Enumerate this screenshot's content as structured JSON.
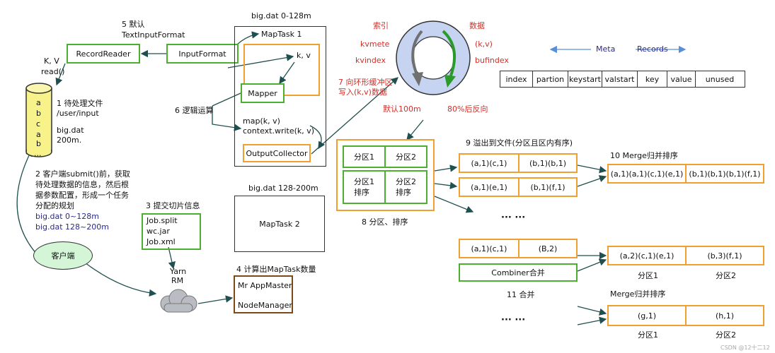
{
  "file_text": {
    "task1_range": "big.dat 0-128m",
    "task2_range": "big.dat 128-200m",
    "default_line1": "5 默认",
    "default_line2": "TextInputFormat",
    "kv_line1": "K, V",
    "kv_line2": "read()"
  },
  "boxes": {
    "record_reader": "RecordReader",
    "input_format": "InputFormat",
    "maptask1": "MapTask 1",
    "kv_in": "k, v",
    "mapper": "Mapper",
    "map_call_1": "map(k, v)",
    "map_call_2": "context.write(k, v)",
    "output_collector": "OutputCollector",
    "maptask2": "MapTask 2"
  },
  "input_file": {
    "letters": [
      "a",
      "b",
      "c",
      "a",
      "b",
      "..."
    ],
    "label1": "1 待处理文件",
    "label2": "/user/input",
    "label3": "big.dat",
    "label4": "200m."
  },
  "step_labels": {
    "logic": "6 逻辑运算",
    "submit_1": "2 客户端submit()前，获取",
    "submit_2": "待处理数据的信息，然后根",
    "submit_3": "据参数配置，形成一个任务",
    "submit_4": "分配的规划",
    "split_1": "big.dat 0~128m",
    "split_2": "big.dat 128~200m",
    "commit_slices": "3 提交切片信息",
    "compute_maptask": "4 计算出MapTask数量"
  },
  "client": {
    "label": "客户端"
  },
  "job_files": [
    "Job.split",
    "wc.jar",
    "Job.xml"
  ],
  "yarn": {
    "line1": "Yarn",
    "line2": "RM"
  },
  "appmaster": {
    "line1": "Mr AppMaster",
    "line2": "NodeManager"
  },
  "ring_buffer": {
    "index_label": "索引",
    "kvmete": "kvmete",
    "kvindex": "kvindex",
    "data_label": "数据",
    "kv": "(k,v)",
    "bufindex": "bufindex",
    "write_1": "7 向环形缓冲区",
    "write_2": "写入(k,v)数据",
    "default_size": "默认100m",
    "reverse": "80%后反向"
  },
  "meta_legend": {
    "meta": "Meta",
    "records": "Records",
    "columns": [
      "index",
      "partion",
      "keystart",
      "valstart",
      "key",
      "value",
      "unused"
    ]
  },
  "partition_sort": {
    "cells": [
      "分区1",
      "分区2",
      "分区1\n排序",
      "分区2\n排序"
    ],
    "caption": "8 分区、排序"
  },
  "spill": {
    "title": "9 溢出到文件(分区且区内有序)",
    "row1": [
      "(a,1)(c,1)",
      "(b,1)(b,1)"
    ],
    "row2": [
      "(a,1)(e,1)",
      "(b,1)(f,1)"
    ],
    "ellipsis": "··· ···"
  },
  "merge": {
    "title": "10 Merge归并排序",
    "row": [
      "(a,1)(a,1)(c,1)(e,1)",
      "(b,1)(b,1)(b,1)(f,1)"
    ]
  },
  "combiner": {
    "row": [
      "(a,1)(c,1)",
      "(B,2)"
    ],
    "label": "Combiner合并",
    "result": [
      "(a,2)(c,1)(e,1)",
      "(b,3)(f,1)"
    ],
    "part1": "分区1",
    "part2": "分区2",
    "step": "11 合并"
  },
  "final_merge": {
    "title": "Merge归并排序",
    "row": [
      "(g,1)",
      "(h,1)"
    ],
    "part1": "分区1",
    "part2": "分区2",
    "ellipsis": "··· ···"
  },
  "watermark": "CSDN @12十二12",
  "colors": {
    "green": "#4caf2f",
    "orange": "#f0a030",
    "cylinder": "#f7f28a",
    "ellipse": "#d4f5d6",
    "ring": "#c6d4f2",
    "red": "#d0302a",
    "navy": "#2a2a8a"
  }
}
